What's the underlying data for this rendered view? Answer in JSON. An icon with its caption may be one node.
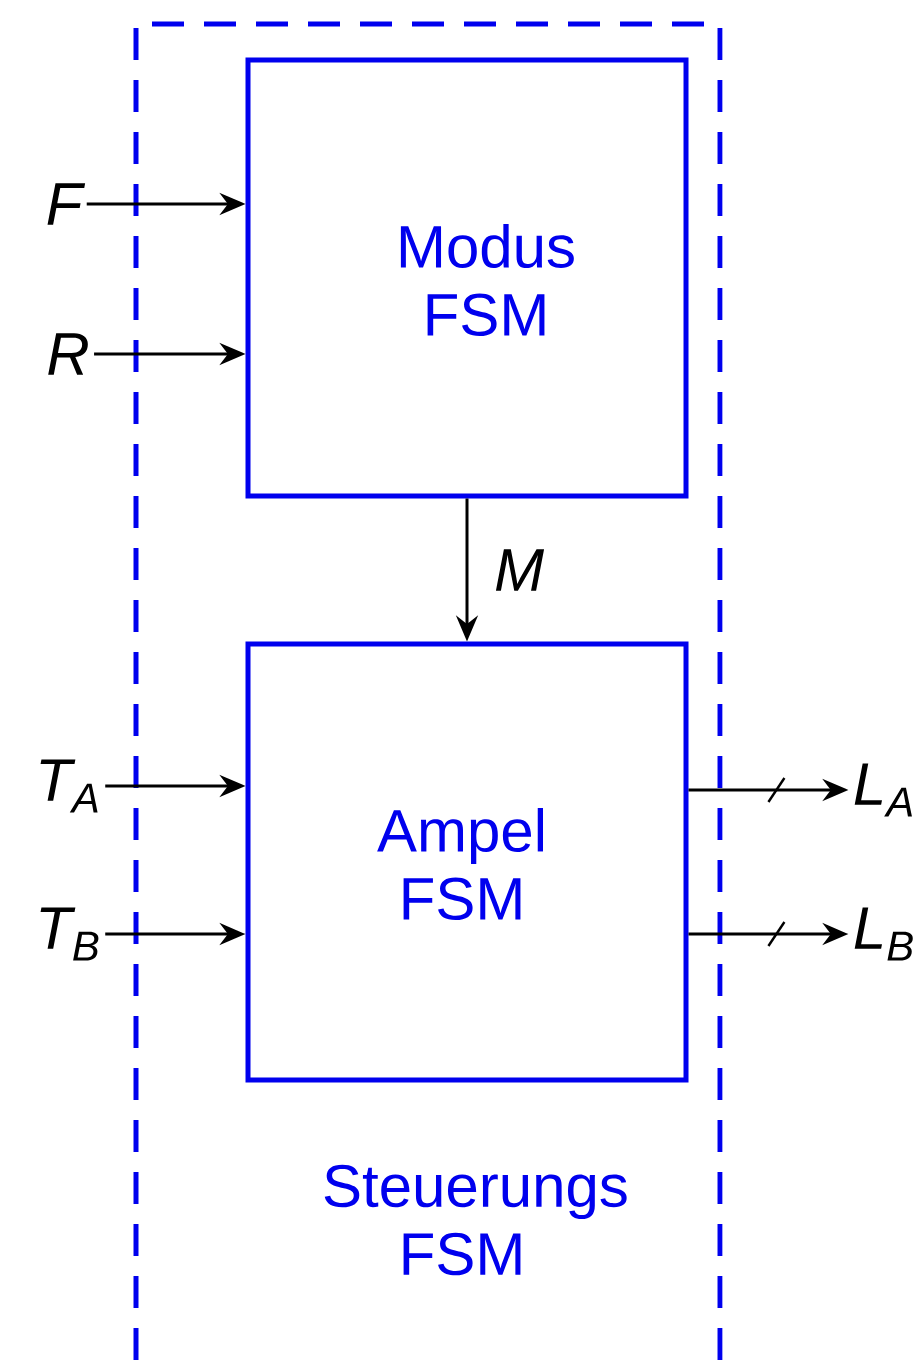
{
  "diagram": {
    "nodes": [
      {
        "text": [
          "Steuerungs FSM"
        ]
      },
      {
        "text": [
          "Modus FSM"
        ],
        "in": 0
      },
      {
        "text": [
          "Ampel FSM"
        ],
        "in": 0
      },
      {
        "text": [
          "F"
        ]
      },
      {
        "text": [
          "R"
        ]
      },
      {
        "text": [
          "T$_{A}$"
        ]
      },
      {
        "text": [
          "T$_{B}$"
        ]
      },
      {
        "text": [
          "L$_{A}$"
        ]
      },
      {
        "text": [
          "L$_{B}$"
        ]
      }
    ],
    "edges": [
      {
        "from": 3,
        "to": 1,
        "arrow": "to"
      },
      {
        "from": 4,
        "to": 1,
        "arrow": "to"
      },
      {
        "from": 1,
        "to": 2,
        "arrow": "to",
        "label": "M"
      },
      {
        "from": 5,
        "to": 2,
        "arrow": "to"
      },
      {
        "from": 6,
        "to": 2,
        "arrow": "to"
      },
      {
        "from": 2,
        "to": 7,
        "arrow": "to"
      },
      {
        "from": 2,
        "to": 8,
        "arrow": "to"
      }
    ]
  }
}
